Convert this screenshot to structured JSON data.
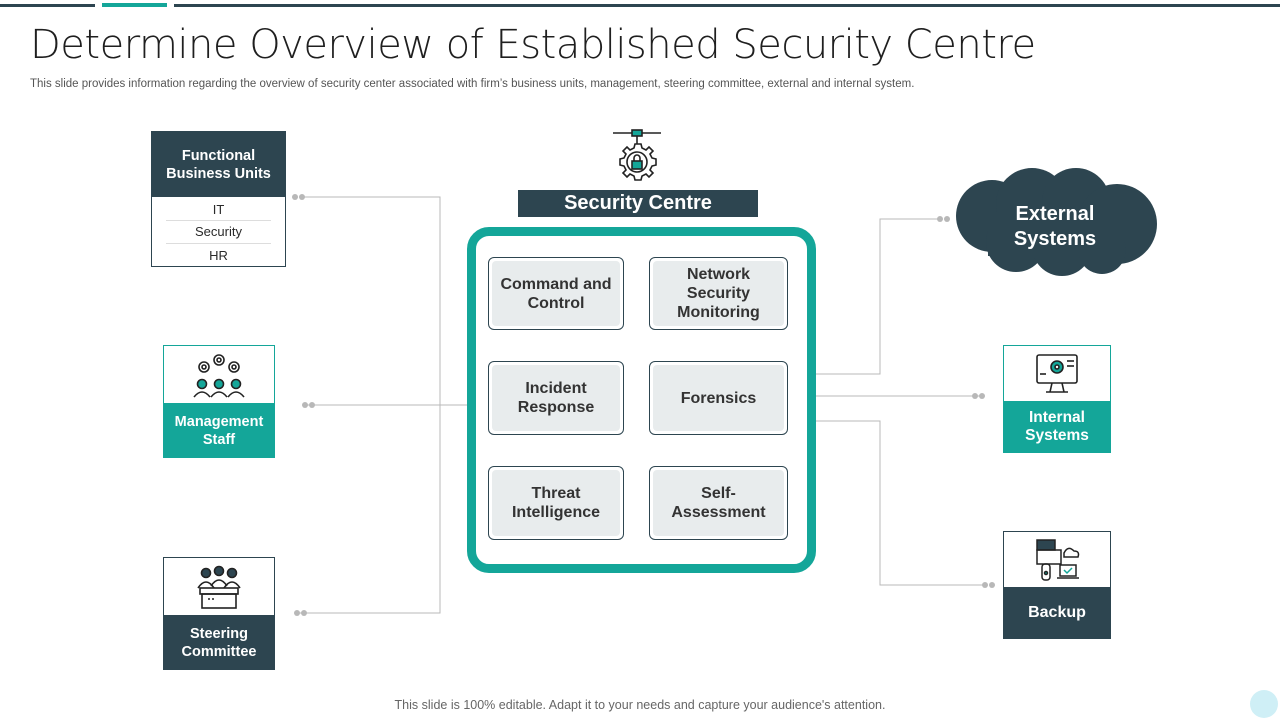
{
  "slide": {
    "title": "Determine Overview of Established Security Centre",
    "subtitle": "This slide provides information regarding the overview of security center associated with firm’s business units, management, steering committee, external and internal system.",
    "footer": "This slide is 100% editable. Adapt it to your needs and capture your audience's attention."
  },
  "center": {
    "title": "Security Centre",
    "icon": "gear-lock-icon",
    "cells": [
      {
        "label": "Command and Control"
      },
      {
        "label": "Network Security Monitoring"
      },
      {
        "label": "Incident Response"
      },
      {
        "label": "Forensics"
      },
      {
        "label": "Threat Intelligence"
      },
      {
        "label": "Self-Assessment"
      }
    ]
  },
  "left": {
    "business_units": {
      "title": "Functional Business Units",
      "items": [
        "IT",
        "Security",
        "HR"
      ]
    },
    "management": {
      "title": "Management Staff",
      "icon": "team-gears-icon"
    },
    "steering": {
      "title": "Steering Committee",
      "icon": "committee-podium-icon"
    }
  },
  "right": {
    "external": {
      "title": "External Systems",
      "icon": "cloud-shape"
    },
    "internal": {
      "title": "Internal Systems",
      "icon": "monitor-gear-icon"
    },
    "backup": {
      "title": "Backup",
      "icon": "backup-devices-icon"
    }
  },
  "colors": {
    "dark": "#2d4550",
    "teal": "#14a699",
    "connector": "#b8b8b8",
    "cell_fill": "#e8eced"
  }
}
